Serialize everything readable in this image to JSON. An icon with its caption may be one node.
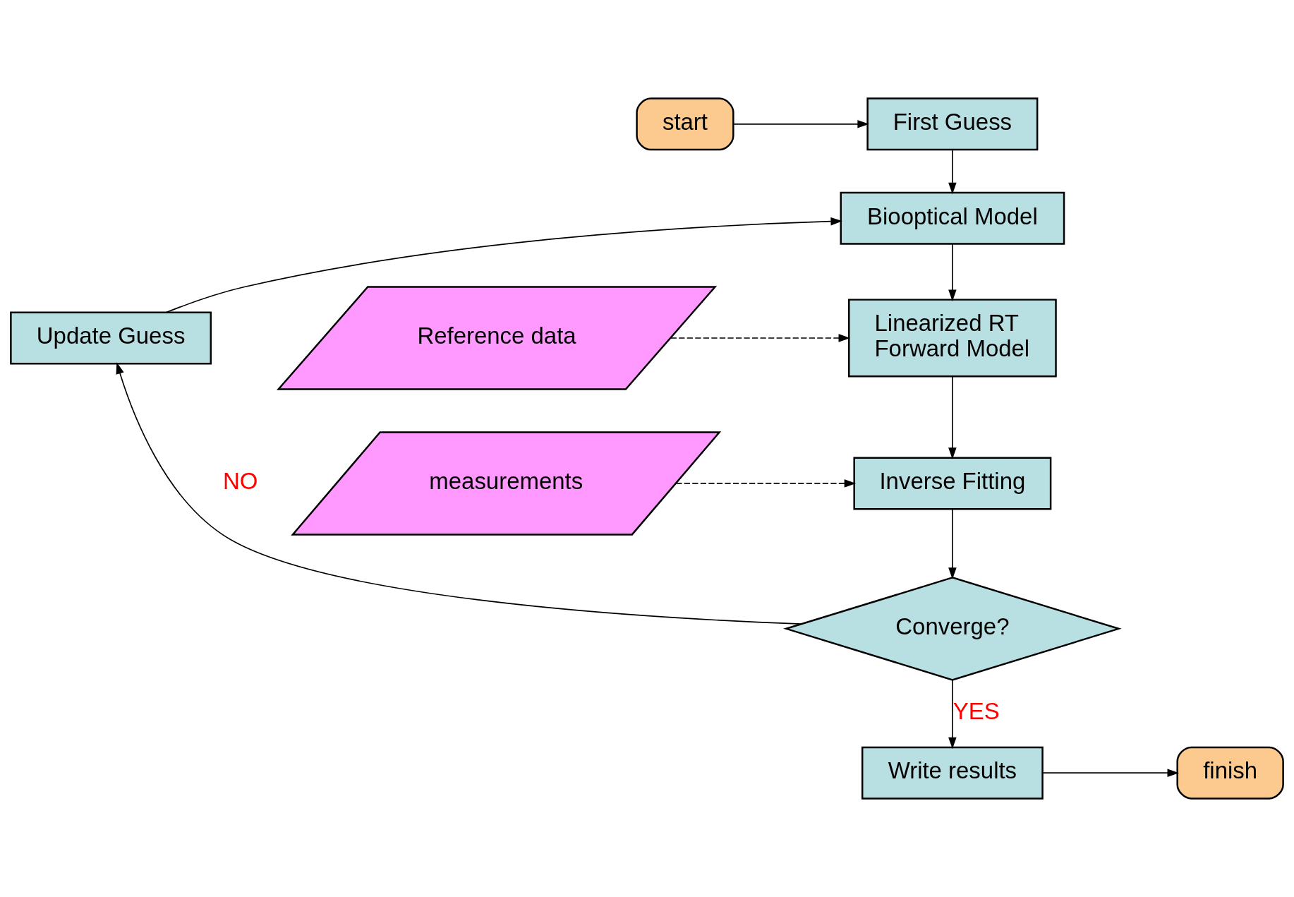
{
  "diagram": {
    "nodes": [
      {
        "text": [
          "start"
        ]
      },
      {
        "text": [
          "First Guess"
        ]
      },
      {
        "text": [
          "Biooptical Model"
        ]
      },
      {
        "text": [
          "Reference data"
        ]
      },
      {
        "text": [
          "Linearized RT Forward Model"
        ]
      },
      {
        "text": [
          "Update Guess"
        ]
      },
      {
        "text": [
          "measurements"
        ]
      },
      {
        "text": [
          "Inverse Fitting"
        ]
      },
      {
        "text": [
          "Converge?"
        ]
      },
      {
        "text": [
          "Write results"
        ]
      },
      {
        "text": [
          "finish"
        ]
      }
    ],
    "edges": [
      {
        "from": 0,
        "to": 1,
        "arrow": "to"
      },
      {
        "from": 1,
        "to": 2,
        "arrow": "to"
      },
      {
        "from": 5,
        "to": 2,
        "arrow": "to"
      },
      {
        "from": 2,
        "to": 4,
        "arrow": "to"
      },
      {
        "from": 3,
        "to": 4,
        "arrow": "to",
        "style": "dashed"
      },
      {
        "from": 4,
        "to": 7,
        "arrow": "to"
      },
      {
        "from": 6,
        "to": 7,
        "arrow": "to",
        "style": "dashed"
      },
      {
        "from": 7,
        "to": 8,
        "arrow": "to"
      },
      {
        "from": 8,
        "to": 5,
        "arrow": "to",
        "label": "NO"
      },
      {
        "from": 8,
        "to": 9,
        "arrow": "to",
        "label": "YES"
      },
      {
        "from": 9,
        "to": 10,
        "arrow": "to"
      }
    ]
  }
}
